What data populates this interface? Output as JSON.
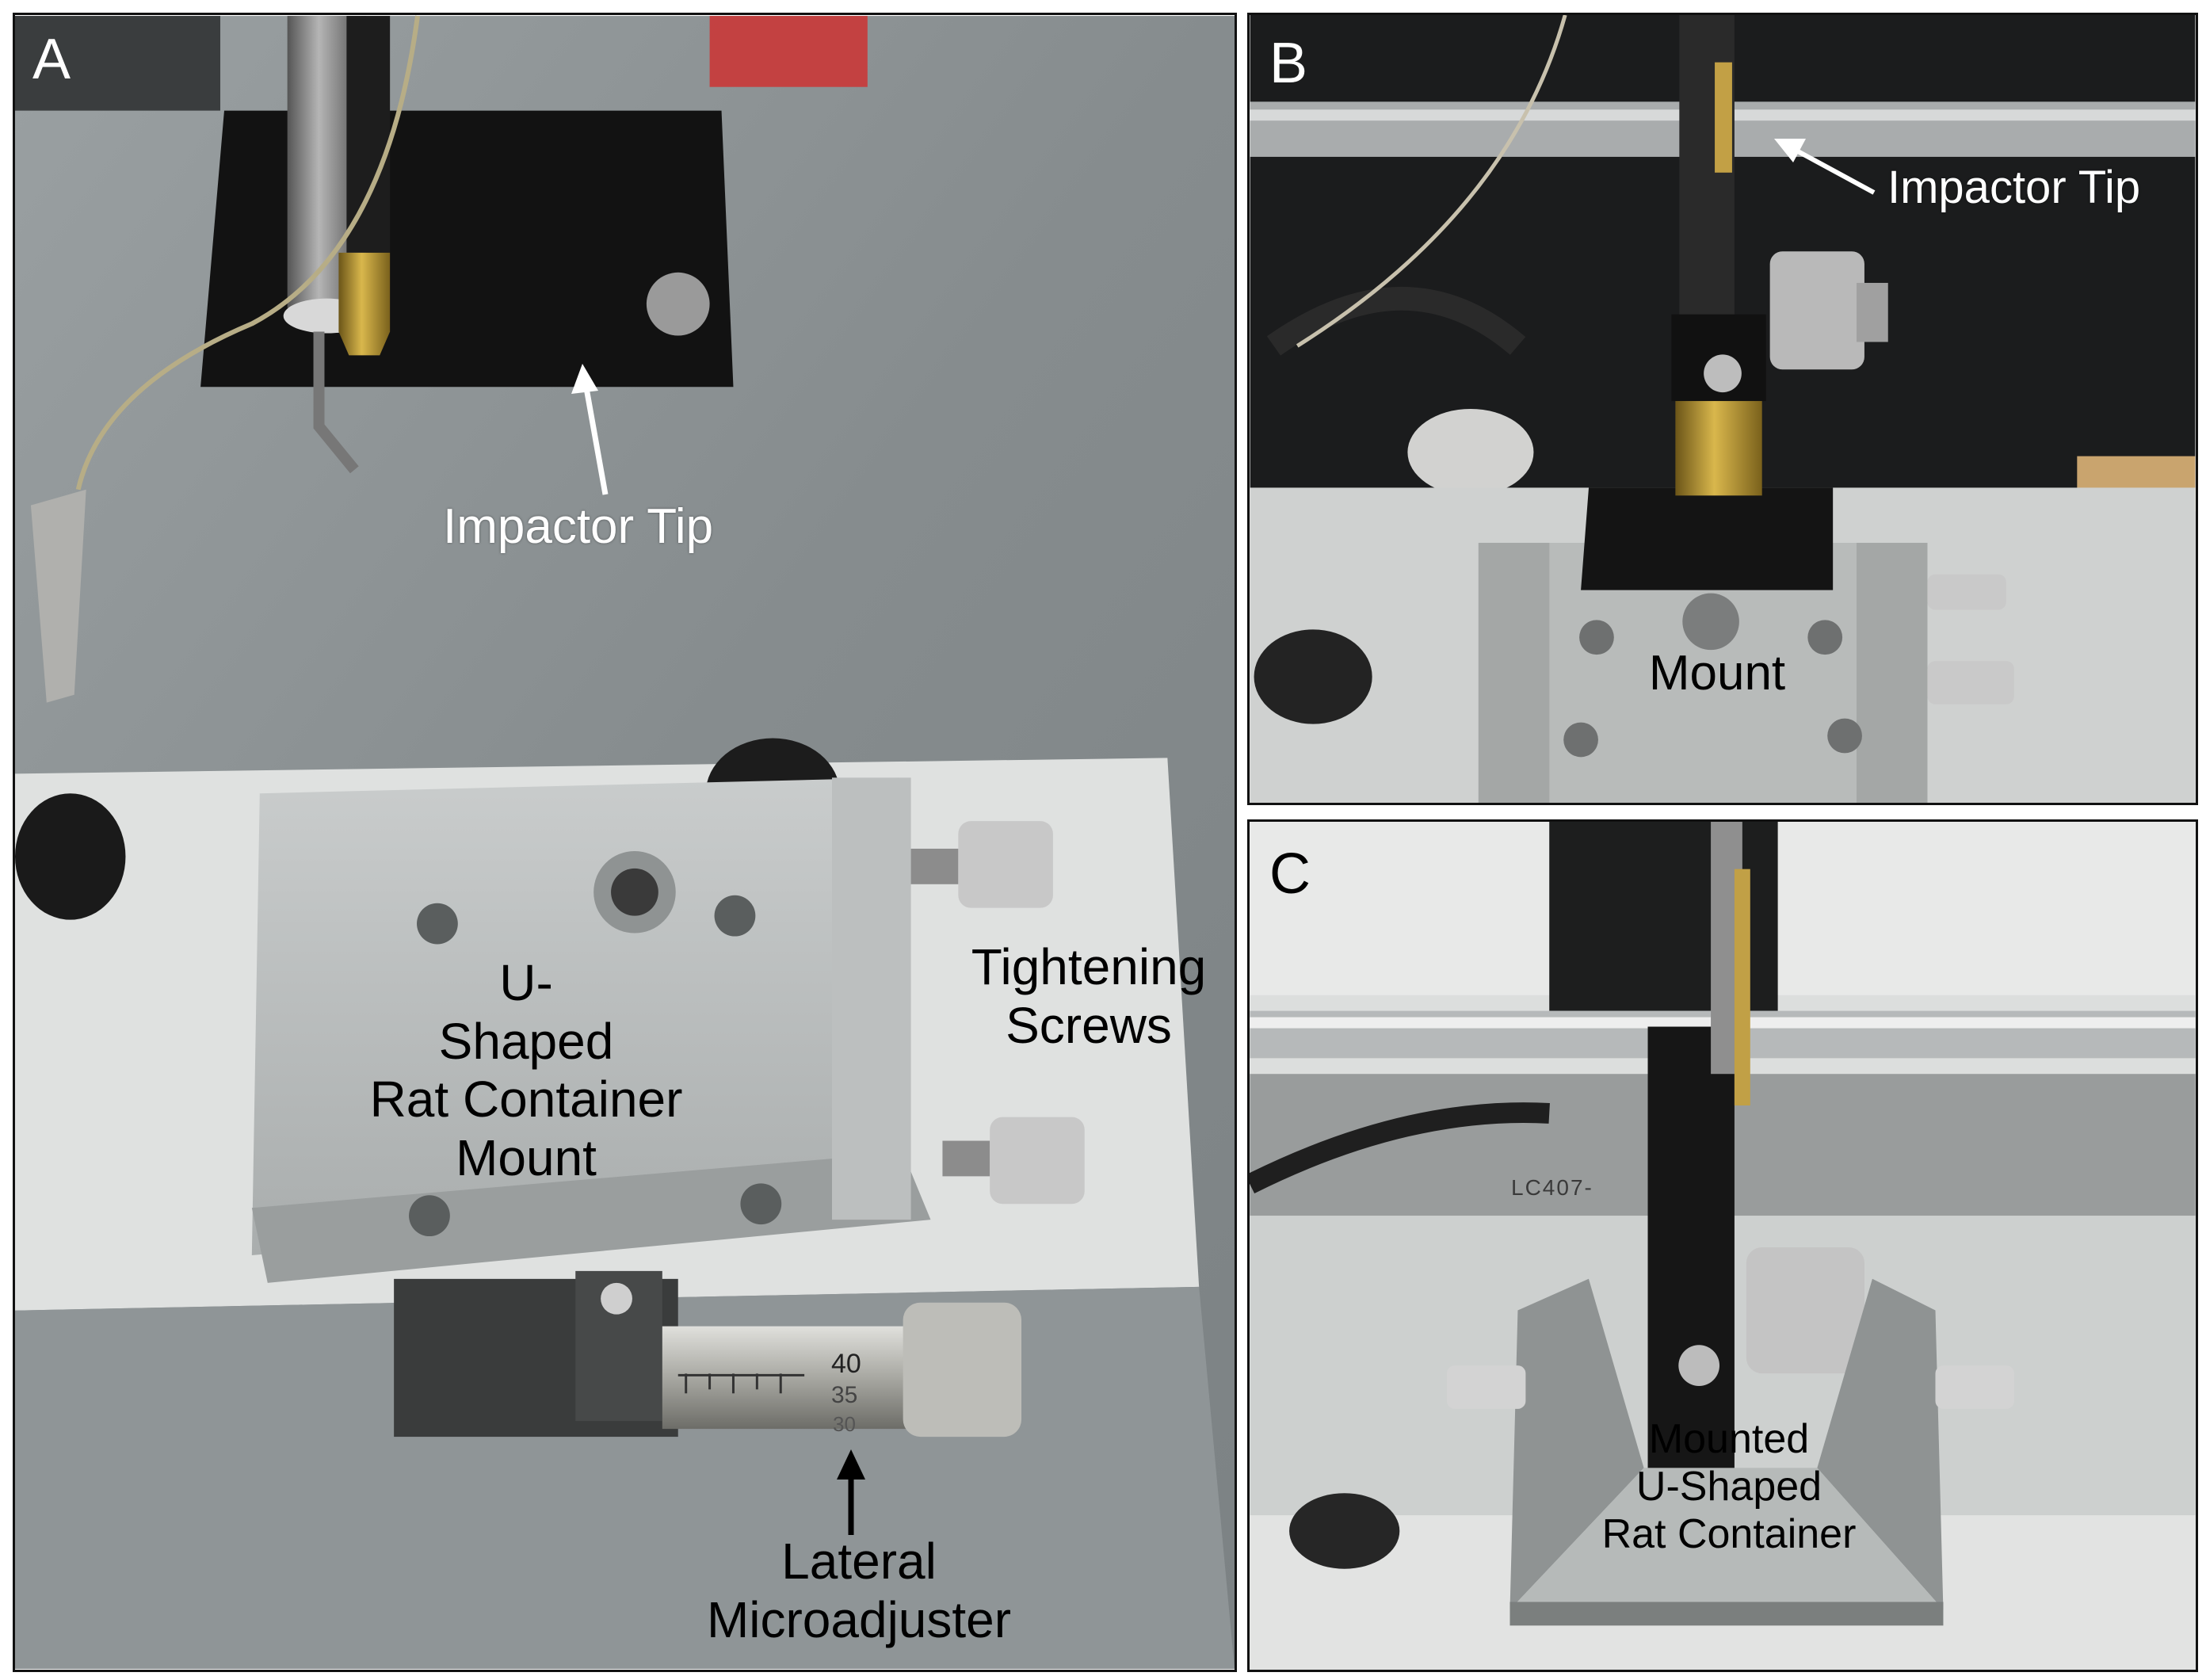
{
  "panels": {
    "a": {
      "letter": "A",
      "labels": {
        "impactor_tip": "Impactor Tip",
        "mount_line1": "U-Shaped",
        "mount_line2": "Rat Container",
        "mount_line3": "Mount",
        "screws_line1": "Tightening",
        "screws_line2": "Screws",
        "micro_line1": "Lateral",
        "micro_line2": "Microadjuster"
      },
      "scale_numbers": {
        "n1": "40",
        "n2": "35",
        "n3": "30"
      }
    },
    "b": {
      "letter": "B",
      "labels": {
        "impactor_tip": "Impactor Tip",
        "mount": "Mount"
      }
    },
    "c": {
      "letter": "C",
      "labels": {
        "container_line1": "Mounted",
        "container_line2": "U-Shaped",
        "container_line3": "Rat Container"
      },
      "device_text": "LC407-"
    }
  },
  "colors": {
    "bench_gray": "#8e9496",
    "aluminum": "#b9bcbc",
    "black_part": "#141414",
    "brass": "#b8952e",
    "label_white": "#ffffff",
    "label_black": "#000000"
  }
}
